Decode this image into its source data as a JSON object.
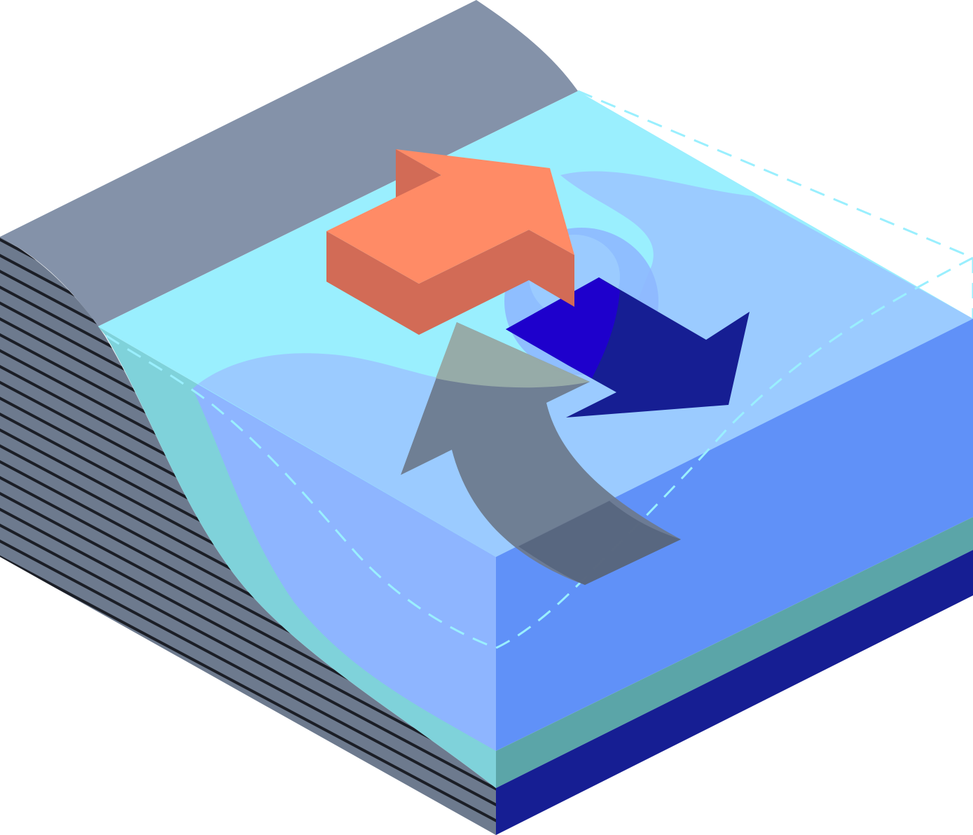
{
  "diagram": {
    "description_text": "",
    "colors": {
      "land_top": "#8492A9",
      "land_cliff": "#6D7A8E",
      "hatch": "#1B1E26",
      "shelf_water": "#9AEFFE",
      "open_water": "#9BCBFF",
      "front_face": "#6091F8",
      "front_mid_band": "#5BA5A8",
      "front_bottom_band": "#161E93",
      "side_water": "#8EB5FF",
      "side_shelf": "#7FD2DA",
      "orange_arrow_top": "#FF8B66",
      "orange_arrow_side": "#D26B56",
      "blue_arrow": "#1E00CC",
      "blue_arrow_dark": "#161E93",
      "gray_arrow": "#6D7A8E",
      "dashed_line": "#9AEFFE"
    },
    "arrows": [
      {
        "name": "upwelling-arrow",
        "color_key": "gray_arrow"
      },
      {
        "name": "offshore-transport-arrow",
        "color_key": "orange_arrow_top"
      },
      {
        "name": "current-arrow",
        "color_key": "blue_arrow"
      }
    ]
  }
}
